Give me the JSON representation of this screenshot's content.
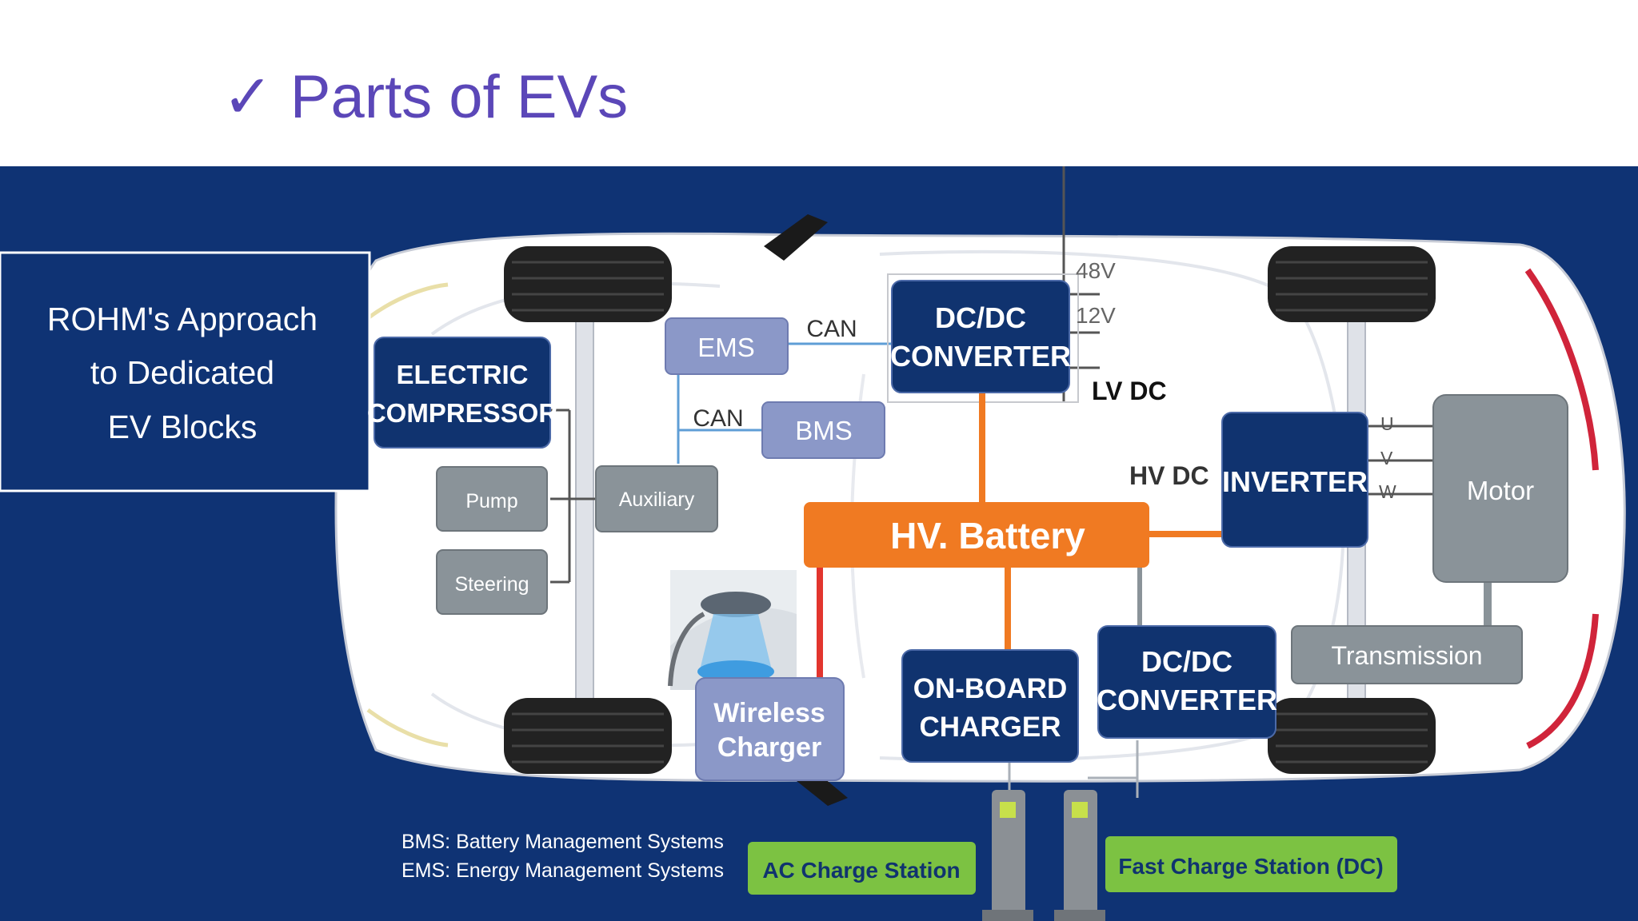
{
  "slide": {
    "title": "✓ Parts of EVs"
  },
  "diagram": {
    "approach_box": [
      "ROHM's Approach",
      "to Dedicated",
      "EV Blocks"
    ],
    "blocks": {
      "electric_compressor": [
        "ELECTRIC",
        "COMPRESSOR"
      ],
      "pump": "Pump",
      "steering": "Steering",
      "auxiliary": "Auxiliary",
      "ems": "EMS",
      "bms": "BMS",
      "dc_dc_top": [
        "DC/DC",
        "CONVERTER"
      ],
      "hv_battery": "HV. Battery",
      "inverter": "INVERTER",
      "motor": "Motor",
      "transmission": "Transmission",
      "wireless_charger": [
        "Wireless",
        "Charger"
      ],
      "on_board_charger": [
        "ON-BOARD",
        "CHARGER"
      ],
      "dc_dc_bottom": [
        "DC/DC",
        "CONVERTER"
      ]
    },
    "labels": {
      "can_top": "CAN",
      "can_bottom": "CAN",
      "v48": "48V",
      "v12": "12V",
      "lv_dc": "LV DC",
      "hv_dc": "HV DC",
      "phase_u": "U",
      "phase_v": "V",
      "phase_w": "W"
    },
    "stations": {
      "ac": "AC Charge Station",
      "fast_dc": "Fast Charge Station (DC)"
    },
    "footnotes": [
      "BMS: Battery Management Systems",
      "EMS: Energy Management Systems"
    ],
    "colors": {
      "background": "#0f3374",
      "dark_block": "#10336f",
      "light_block": "#8b98c8",
      "gray_block": "#8a9399",
      "battery": "#f07a22",
      "station_green": "#7cc242",
      "title": "#5b47b8"
    }
  }
}
